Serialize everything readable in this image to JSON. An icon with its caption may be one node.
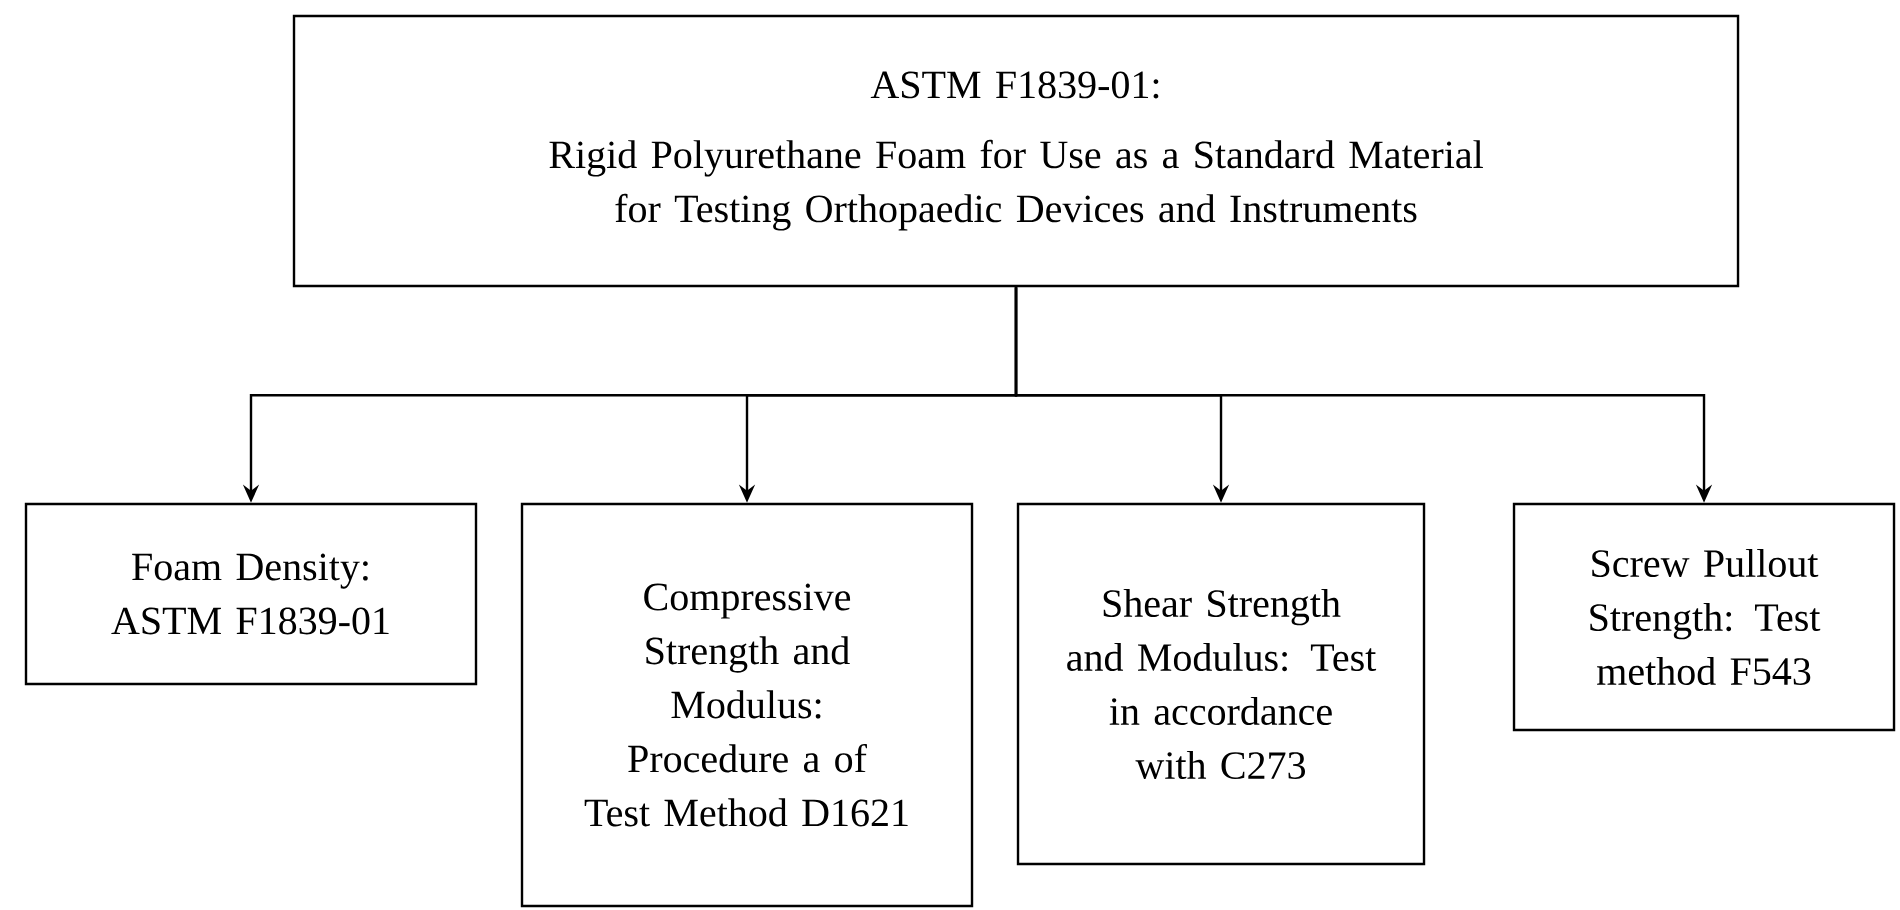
{
  "diagram": {
    "nodes": [
      {
        "text": [
          "ASTM F1839-01:",
          "Rigid Polyurethane Foam for Use as a Standard Material for Testing Orthopaedic Devices and Instruments"
        ]
      },
      {
        "text": [
          "Foam Density: ASTM F1839-01"
        ]
      },
      {
        "text": [
          "Compressive Strength and Modulus: Procedure a of Test Method D1621"
        ]
      },
      {
        "text": [
          "Shear Strength and Modulus: Test in accordance with C273"
        ]
      },
      {
        "text": [
          "Screw Pullout Strength: Test method F543"
        ]
      }
    ],
    "edges": [
      {
        "from": 0,
        "to": 1,
        "arrow": "to"
      },
      {
        "from": 0,
        "to": 2,
        "arrow": "to"
      },
      {
        "from": 0,
        "to": 3,
        "arrow": "to"
      },
      {
        "from": 0,
        "to": 4,
        "arrow": "to"
      }
    ]
  }
}
